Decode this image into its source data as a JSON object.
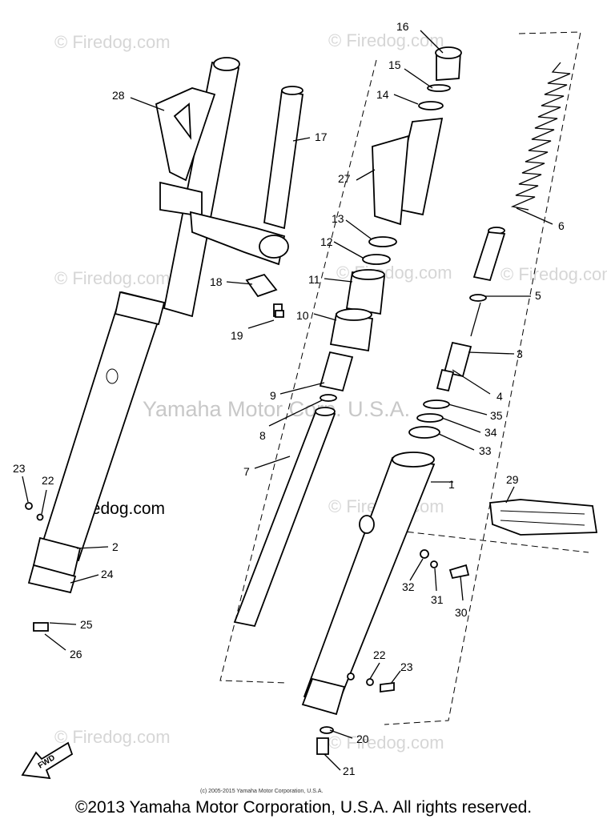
{
  "watermarks": [
    {
      "text": "© Firedog.com"
    },
    {
      "text": "© Firedog.com"
    },
    {
      "text": "© Firedog.com"
    },
    {
      "text": "© Firedog.com"
    },
    {
      "text": "© Firedog.com"
    },
    {
      "text": "© Firedog.com"
    },
    {
      "text": "© Firedog.com"
    },
    {
      "text": "© Firedog.com"
    },
    {
      "text": "© Firedog.com"
    }
  ],
  "center_watermark": "Yamaha Motor Corp. U.S.A.",
  "part_labels": [
    {
      "text": "1"
    },
    {
      "text": "2"
    },
    {
      "text": "3"
    },
    {
      "text": "4"
    },
    {
      "text": "5"
    },
    {
      "text": "6"
    },
    {
      "text": "7"
    },
    {
      "text": "8"
    },
    {
      "text": "9"
    },
    {
      "text": "10"
    },
    {
      "text": "11"
    },
    {
      "text": "12"
    },
    {
      "text": "13"
    },
    {
      "text": "14"
    },
    {
      "text": "15"
    },
    {
      "text": "16"
    },
    {
      "text": "17"
    },
    {
      "text": "18"
    },
    {
      "text": "19"
    },
    {
      "text": "20"
    },
    {
      "text": "21"
    },
    {
      "text": "22"
    },
    {
      "text": "23"
    },
    {
      "text": "24"
    },
    {
      "text": "25"
    },
    {
      "text": "26"
    },
    {
      "text": "27"
    },
    {
      "text": "28"
    },
    {
      "text": "29"
    },
    {
      "text": "30"
    },
    {
      "text": "31"
    },
    {
      "text": "32"
    },
    {
      "text": "33"
    },
    {
      "text": "34"
    },
    {
      "text": "35"
    },
    {
      "text": "22"
    },
    {
      "text": "23"
    }
  ],
  "fwd_label": "FWD",
  "small_copyright": "(c) 2005-2015 Yamaha Motor Corporation, U.S.A.",
  "footer_copyright": "©2013 Yamaha Motor Corporation, U.S.A. All rights reserved."
}
